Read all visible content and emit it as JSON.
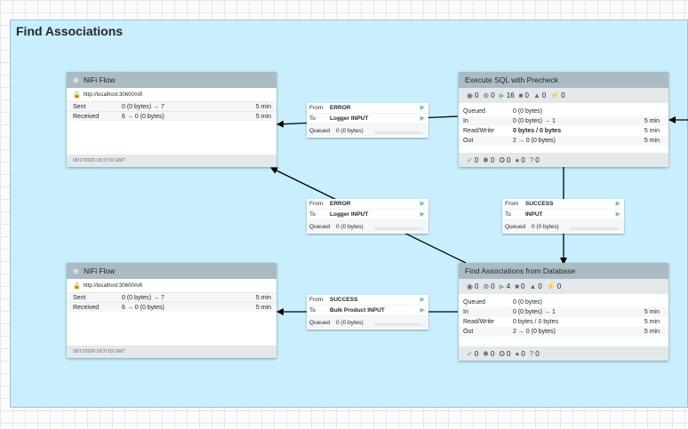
{
  "group": {
    "title": "Find Associations"
  },
  "remote_groups": [
    {
      "title": "NiFi Flow",
      "url": "http://localhost:30600/nifi",
      "sent_label": "Sent",
      "sent_value": "0 (0 bytes) → 7",
      "sent_time": "5 min",
      "received_label": "Received",
      "received_value": "6 → 0 (0 bytes)",
      "received_time": "5 min",
      "timestamp": "09/17/2020 18:37:02 GMT"
    },
    {
      "title": "NiFi Flow",
      "url": "http://localhost:30600/nifi",
      "sent_label": "Sent",
      "sent_value": "0 (0 bytes) → 7",
      "sent_time": "5 min",
      "received_label": "Received",
      "received_value": "6 → 0 (0 bytes)",
      "received_time": "5 min",
      "timestamp": "09/17/2020 18:37:02 GMT"
    }
  ],
  "processors": [
    {
      "title": "Execute SQL with Precheck",
      "stats": [
        "0",
        "0",
        "16",
        "0",
        "0",
        "0"
      ],
      "rows": [
        {
          "k": "Queued",
          "v": "0 (0 bytes)",
          "t": ""
        },
        {
          "k": "In",
          "v": "0 (0 bytes) → 1",
          "t": "5 min"
        },
        {
          "k": "Read/Write",
          "v": "0 bytes / 0 bytes",
          "t": "5 min"
        },
        {
          "k": "Out",
          "v": "2 → 0 (0 bytes)",
          "t": "5 min"
        }
      ],
      "footer": [
        "0",
        "0",
        "0",
        "0",
        "0"
      ]
    },
    {
      "title": "Find Associations from Database",
      "stats": [
        "0",
        "0",
        "4",
        "0",
        "0",
        "0"
      ],
      "rows": [
        {
          "k": "Queued",
          "v": "0 (0 bytes)",
          "t": ""
        },
        {
          "k": "In",
          "v": "0 (0 bytes) → 1",
          "t": "5 min"
        },
        {
          "k": "Read/Write",
          "v": "0 bytes / 0 bytes",
          "t": "5 min"
        },
        {
          "k": "Out",
          "v": "2 → 0 (0 bytes)",
          "t": "5 min"
        }
      ],
      "footer": [
        "0",
        "0",
        "0",
        "0",
        "0"
      ]
    }
  ],
  "connections": [
    {
      "from_label": "From",
      "from": "ERROR",
      "to_label": "To",
      "to": "Logger INPUT",
      "queued_label": "Queued",
      "queued": "0 (0 bytes)"
    },
    {
      "from_label": "From",
      "from": "SUCCESS",
      "to_label": "To",
      "to": "INPUT",
      "queued_label": "Queued",
      "queued": "0 (0 bytes)"
    },
    {
      "from_label": "From",
      "from": "ERROR",
      "to_label": "To",
      "to": "Logger INPUT",
      "queued_label": "Queued",
      "queued": "0 (0 bytes)"
    },
    {
      "from_label": "From",
      "from": "SUCCESS",
      "to_label": "To",
      "to": "Bulk Product INPUT",
      "queued_label": "Queued",
      "queued": "0 (0 bytes)"
    }
  ],
  "colors": {
    "canvas_bg": "#fbfbfb",
    "group_bg": "#c9eefd",
    "header_bg": "#aabbc3",
    "play_green": "#7dc58b"
  }
}
